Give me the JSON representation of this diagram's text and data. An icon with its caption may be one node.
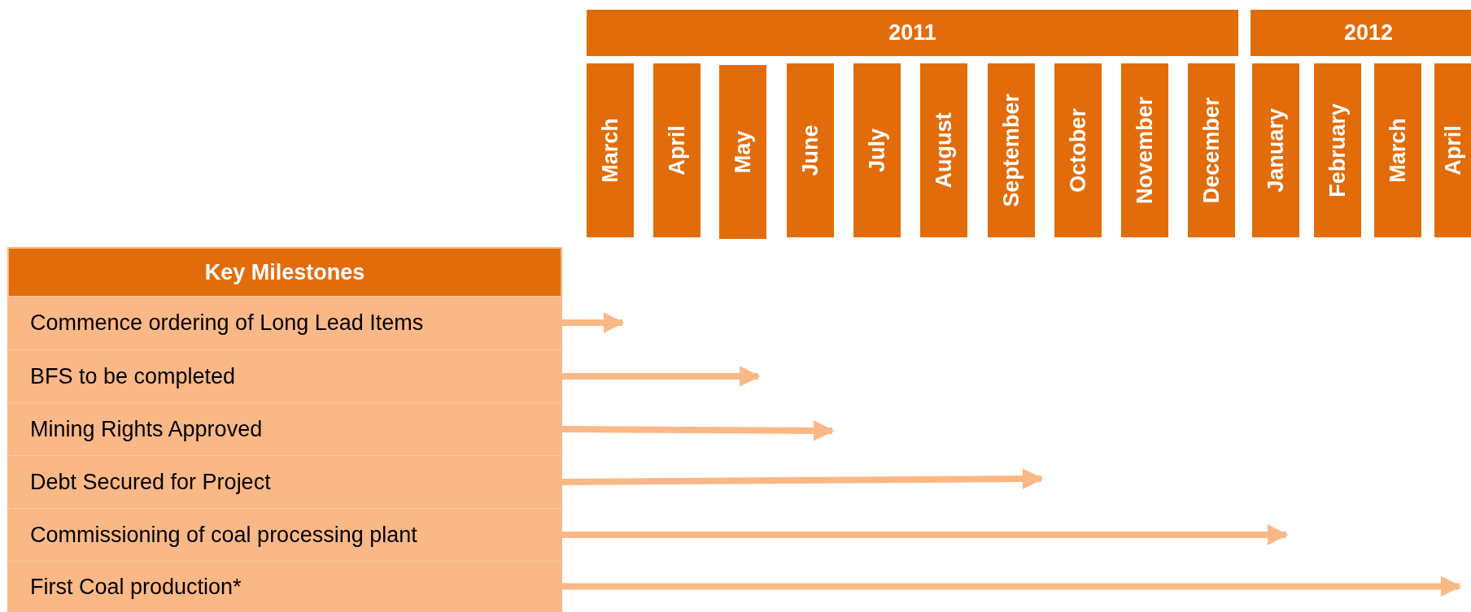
{
  "diagram": {
    "nodes": [
      {
        "text": [
          "2011"
        ]
      },
      {
        "text": [
          "2012"
        ]
      },
      {
        "text": [
          "March"
        ]
      },
      {
        "text": [
          "April"
        ]
      },
      {
        "text": [
          "May"
        ]
      },
      {
        "text": [
          "June"
        ]
      },
      {
        "text": [
          "July"
        ]
      },
      {
        "text": [
          "August"
        ]
      },
      {
        "text": [
          "September"
        ]
      },
      {
        "text": [
          "October"
        ]
      },
      {
        "text": [
          "November"
        ]
      },
      {
        "text": [
          "December"
        ]
      },
      {
        "text": [
          "January"
        ]
      },
      {
        "text": [
          "February"
        ]
      },
      {
        "text": [
          "March"
        ]
      },
      {
        "text": [
          "April"
        ]
      },
      {
        "text": [
          "Key Milestones"
        ]
      },
      {
        "text": [
          "Commence ordering of Long Lead Items"
        ]
      },
      {
        "text": [
          "BFS to be completed"
        ]
      },
      {
        "text": [
          "Mining Rights Approved"
        ]
      },
      {
        "text": [
          "Debt Secured for Project"
        ]
      },
      {
        "text": [
          "Commissioning of coal processing plant"
        ]
      },
      {
        "text": [
          "First Coal production*"
        ]
      }
    ],
    "edges": [
      {
        "from": 17,
        "to": null,
        "arrow": "to"
      },
      {
        "from": 18,
        "to": null,
        "arrow": "to"
      },
      {
        "from": 19,
        "to": null,
        "arrow": "to"
      },
      {
        "from": 20,
        "to": null,
        "arrow": "to"
      },
      {
        "from": 21,
        "to": null,
        "arrow": "to"
      },
      {
        "from": 22,
        "to": null,
        "arrow": "to"
      }
    ]
  }
}
